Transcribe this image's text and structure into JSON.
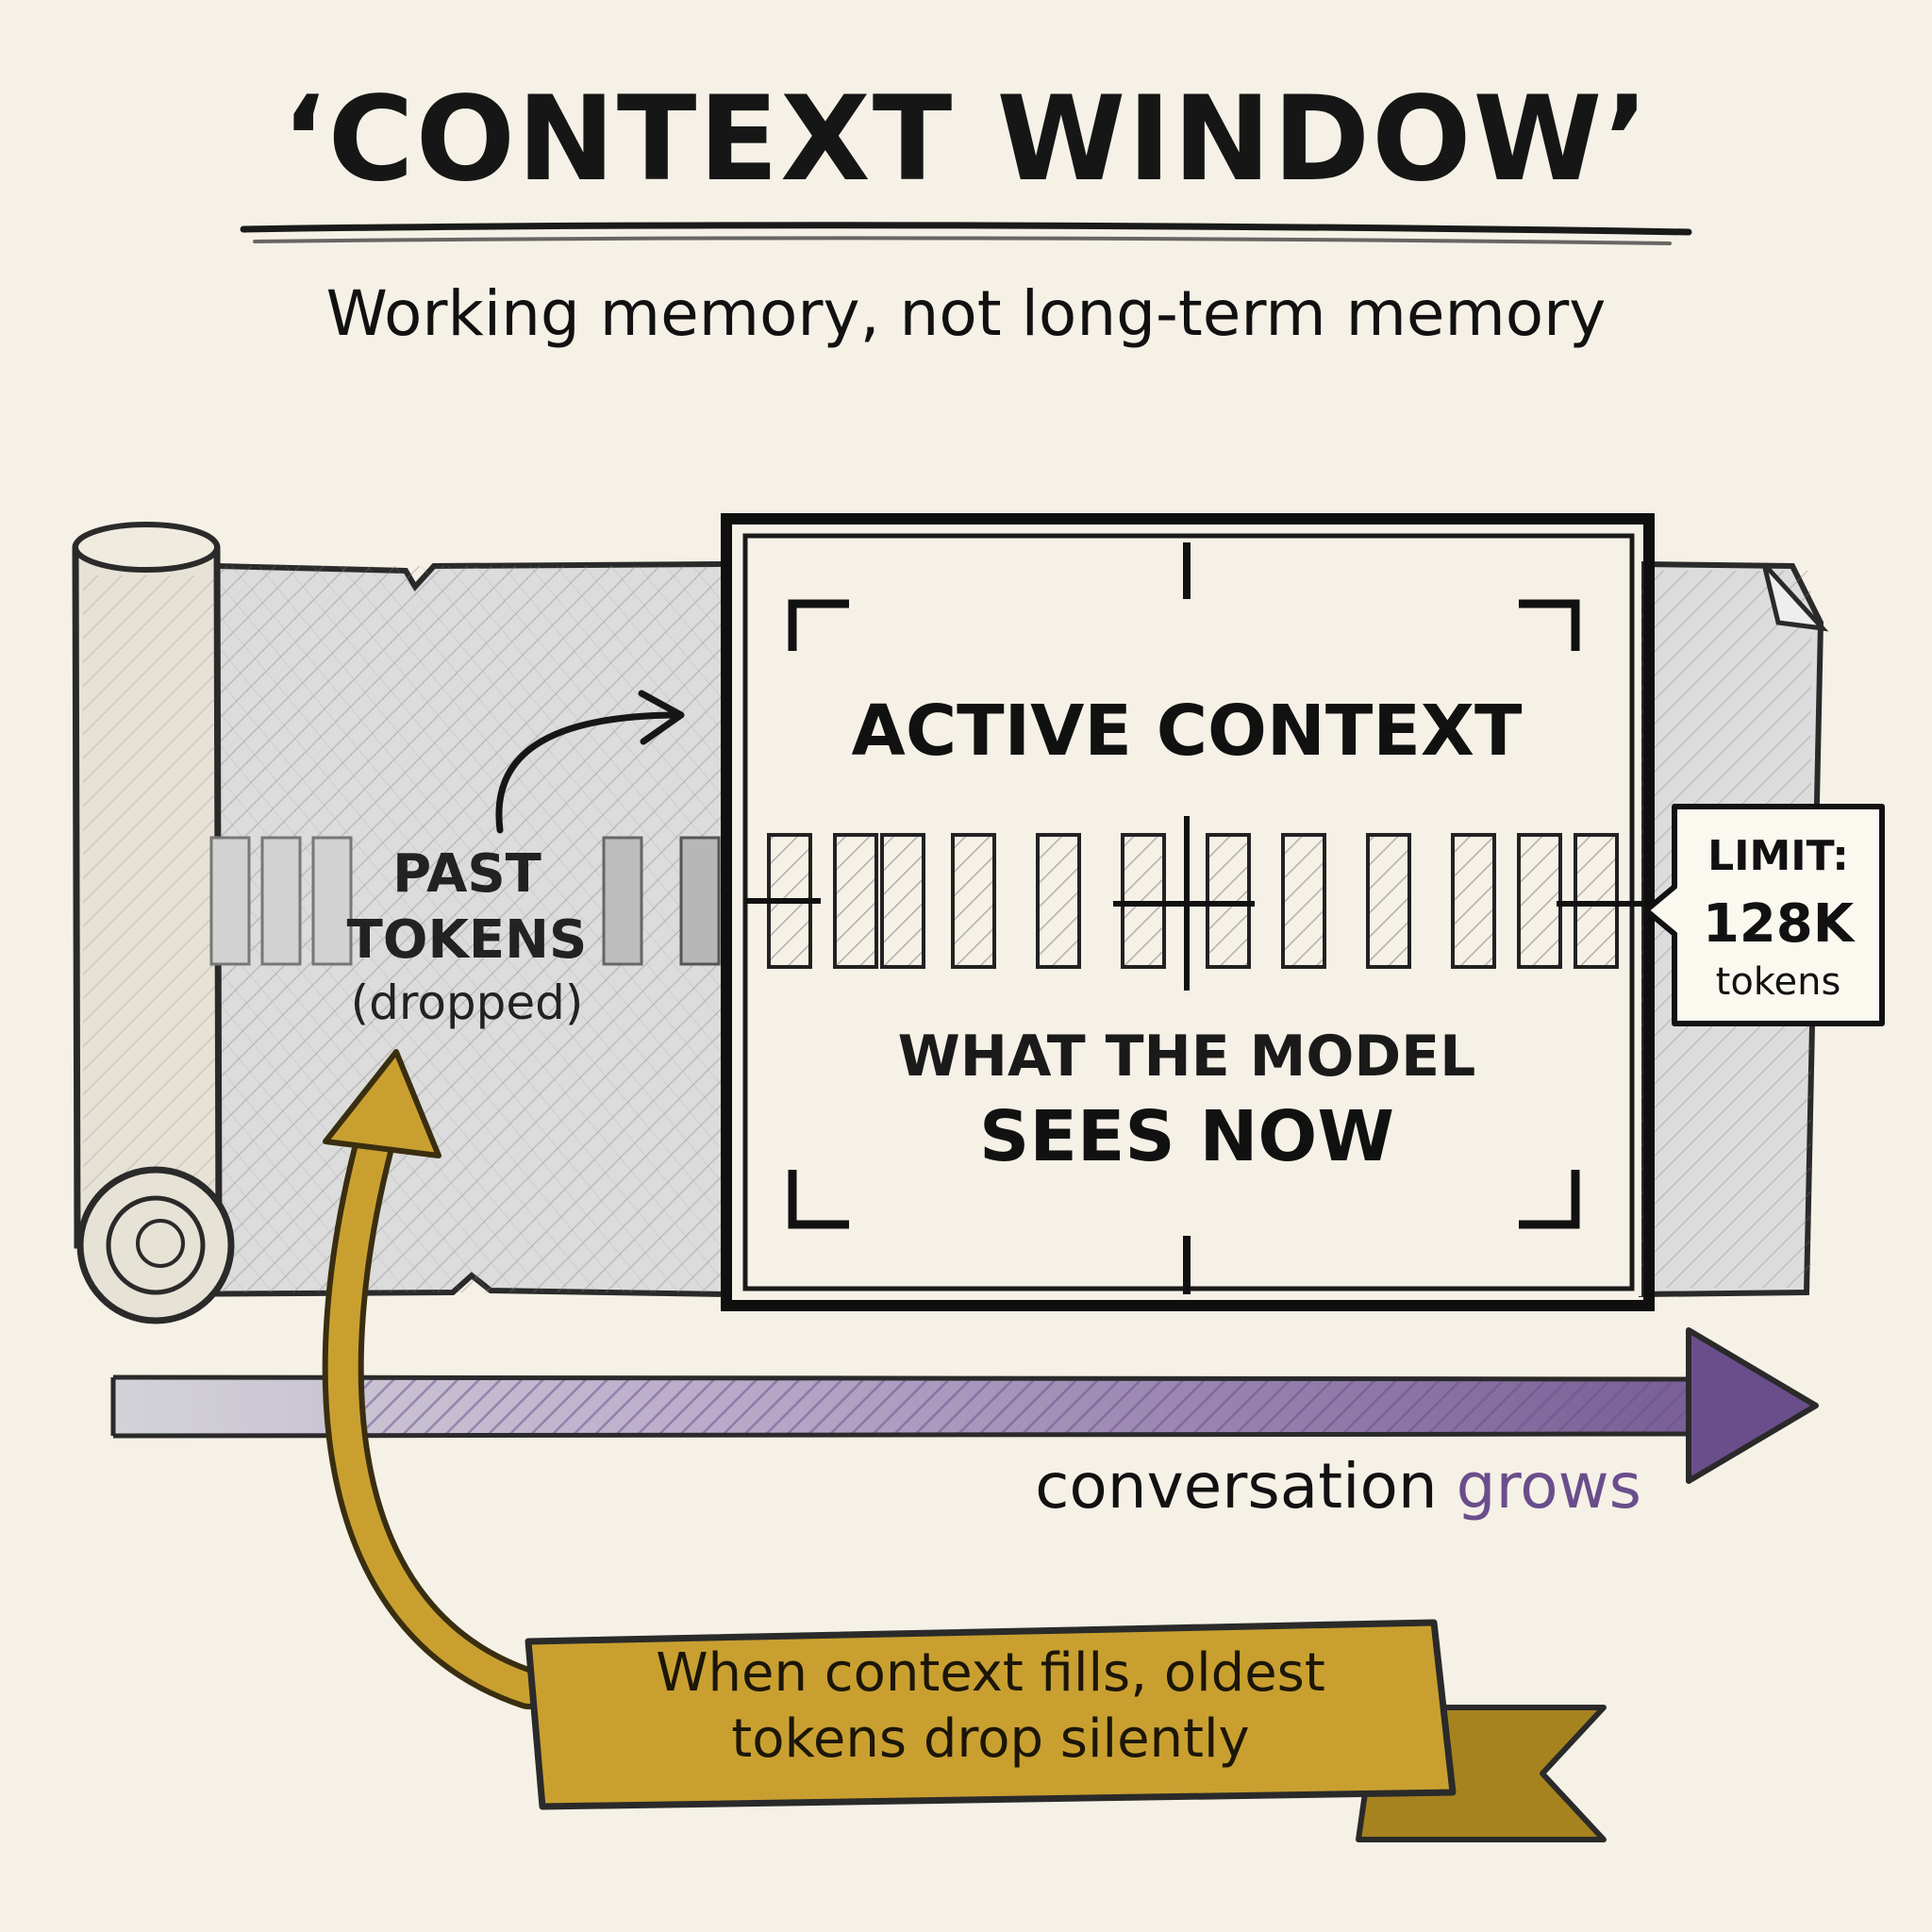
{
  "header": {
    "title": "‘CONTEXT WINDOW’",
    "subtitle": "Working memory, not long-term memory"
  },
  "scroll": {
    "past_label_line1": "PAST",
    "past_label_line2": "TOKENS",
    "past_label_note": "(dropped)"
  },
  "window": {
    "heading": "ACTIVE CONTEXT",
    "caption_line1": "WHAT THE MODEL",
    "caption_line2": "SEES NOW"
  },
  "limit": {
    "label": "LIMIT:",
    "value": "128K",
    "unit": "tokens"
  },
  "timeline": {
    "text_main": "conversation",
    "text_accent": "grows"
  },
  "banner": {
    "line1": "When context fills, oldest",
    "line2": "tokens drop silently"
  },
  "colors": {
    "background": "#f6f1e6",
    "ink": "#161616",
    "purple": "#6a4e8c",
    "gold": "#c9a030"
  }
}
